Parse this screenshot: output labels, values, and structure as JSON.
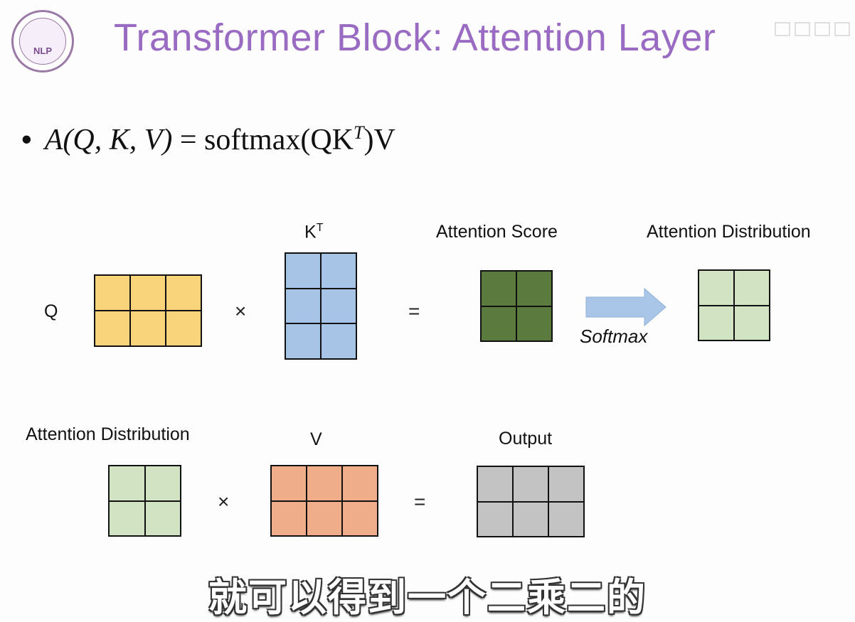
{
  "slide": {
    "title": "Transformer Block: Attention Layer",
    "logo_text": "NLP",
    "formula": {
      "bullet": "•",
      "lhs": "A(Q, K, V)",
      "eq": " = ",
      "rhs_pre": "softmax(QK",
      "rhs_sup": "T",
      "rhs_post": ")V"
    }
  },
  "row1": {
    "q_label": "Q",
    "times": "×",
    "kt_label": "K",
    "kt_sup": "T",
    "equals": "=",
    "score_label": "Attention Score",
    "softmax_label": "Softmax",
    "dist_label": "Attention Distribution"
  },
  "row2": {
    "dist_label": "Attention Distribution",
    "times": "×",
    "v_label": "V",
    "equals": "=",
    "output_label": "Output"
  },
  "subtitle": "就可以得到一个二乘二的",
  "colors": {
    "title": "#9a6bc2",
    "q": "#f9d47a",
    "kt": "#a7c4e6",
    "score": "#5a7a3e",
    "distribution": "#d2e3c3",
    "v": "#f0ad8a",
    "output": "#c3c3c3",
    "arrow": "#a9c6e8"
  },
  "matrices": {
    "q": {
      "rows": 2,
      "cols": 3
    },
    "kt": {
      "rows": 3,
      "cols": 2
    },
    "score": {
      "rows": 2,
      "cols": 2
    },
    "distribution": {
      "rows": 2,
      "cols": 2
    },
    "v": {
      "rows": 2,
      "cols": 3
    },
    "output": {
      "rows": 2,
      "cols": 3
    }
  }
}
